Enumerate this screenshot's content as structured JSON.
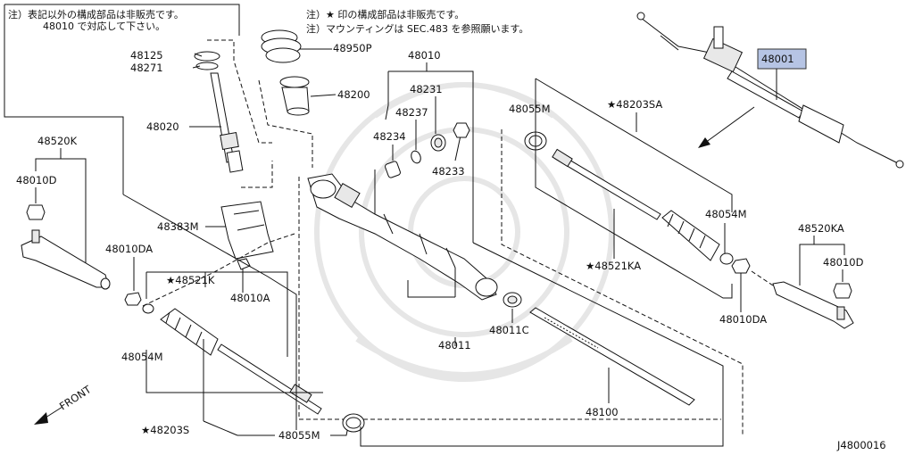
{
  "notes": {
    "left_line1": "注）表記以外の構成部品は非販売です。",
    "left_line2": "48010 で対応して下さい。",
    "top_line1": "注）★ 印の構成部品は非販売です。",
    "top_line2": "注）マウンティングは SEC.483 を参照願います。"
  },
  "highlight": {
    "label": "48001",
    "color": "#b6c4e4"
  },
  "parts": {
    "p48125": "48125",
    "p48271": "48271",
    "p48020": "48020",
    "p48950P": "48950P",
    "p48200": "48200",
    "p48010": "48010",
    "p48231": "48231",
    "p48237": "48237",
    "p48234": "48234",
    "p48233": "48233",
    "p48520K": "48520K",
    "p48010D_left": "48010D",
    "p48383M": "48383M",
    "p48010DA_left": "48010DA",
    "p48010A": "48010A",
    "p48521K": "★48521K",
    "p48054M_left": "48054M",
    "p48203S": "★48203S",
    "p48055M_bottom": "48055M",
    "p48011": "48011",
    "p48011C": "48011C",
    "p48100": "48100",
    "p48055M_right": "48055M",
    "p48203SA": "★48203SA",
    "p48054M_right": "48054M",
    "p48521KA": "★48521KA",
    "p48010DA_right": "48010DA",
    "p48520KA": "48520KA",
    "p48010D_right": "48010D"
  },
  "front_label": "FRONT",
  "diagram_code": "J4800016"
}
